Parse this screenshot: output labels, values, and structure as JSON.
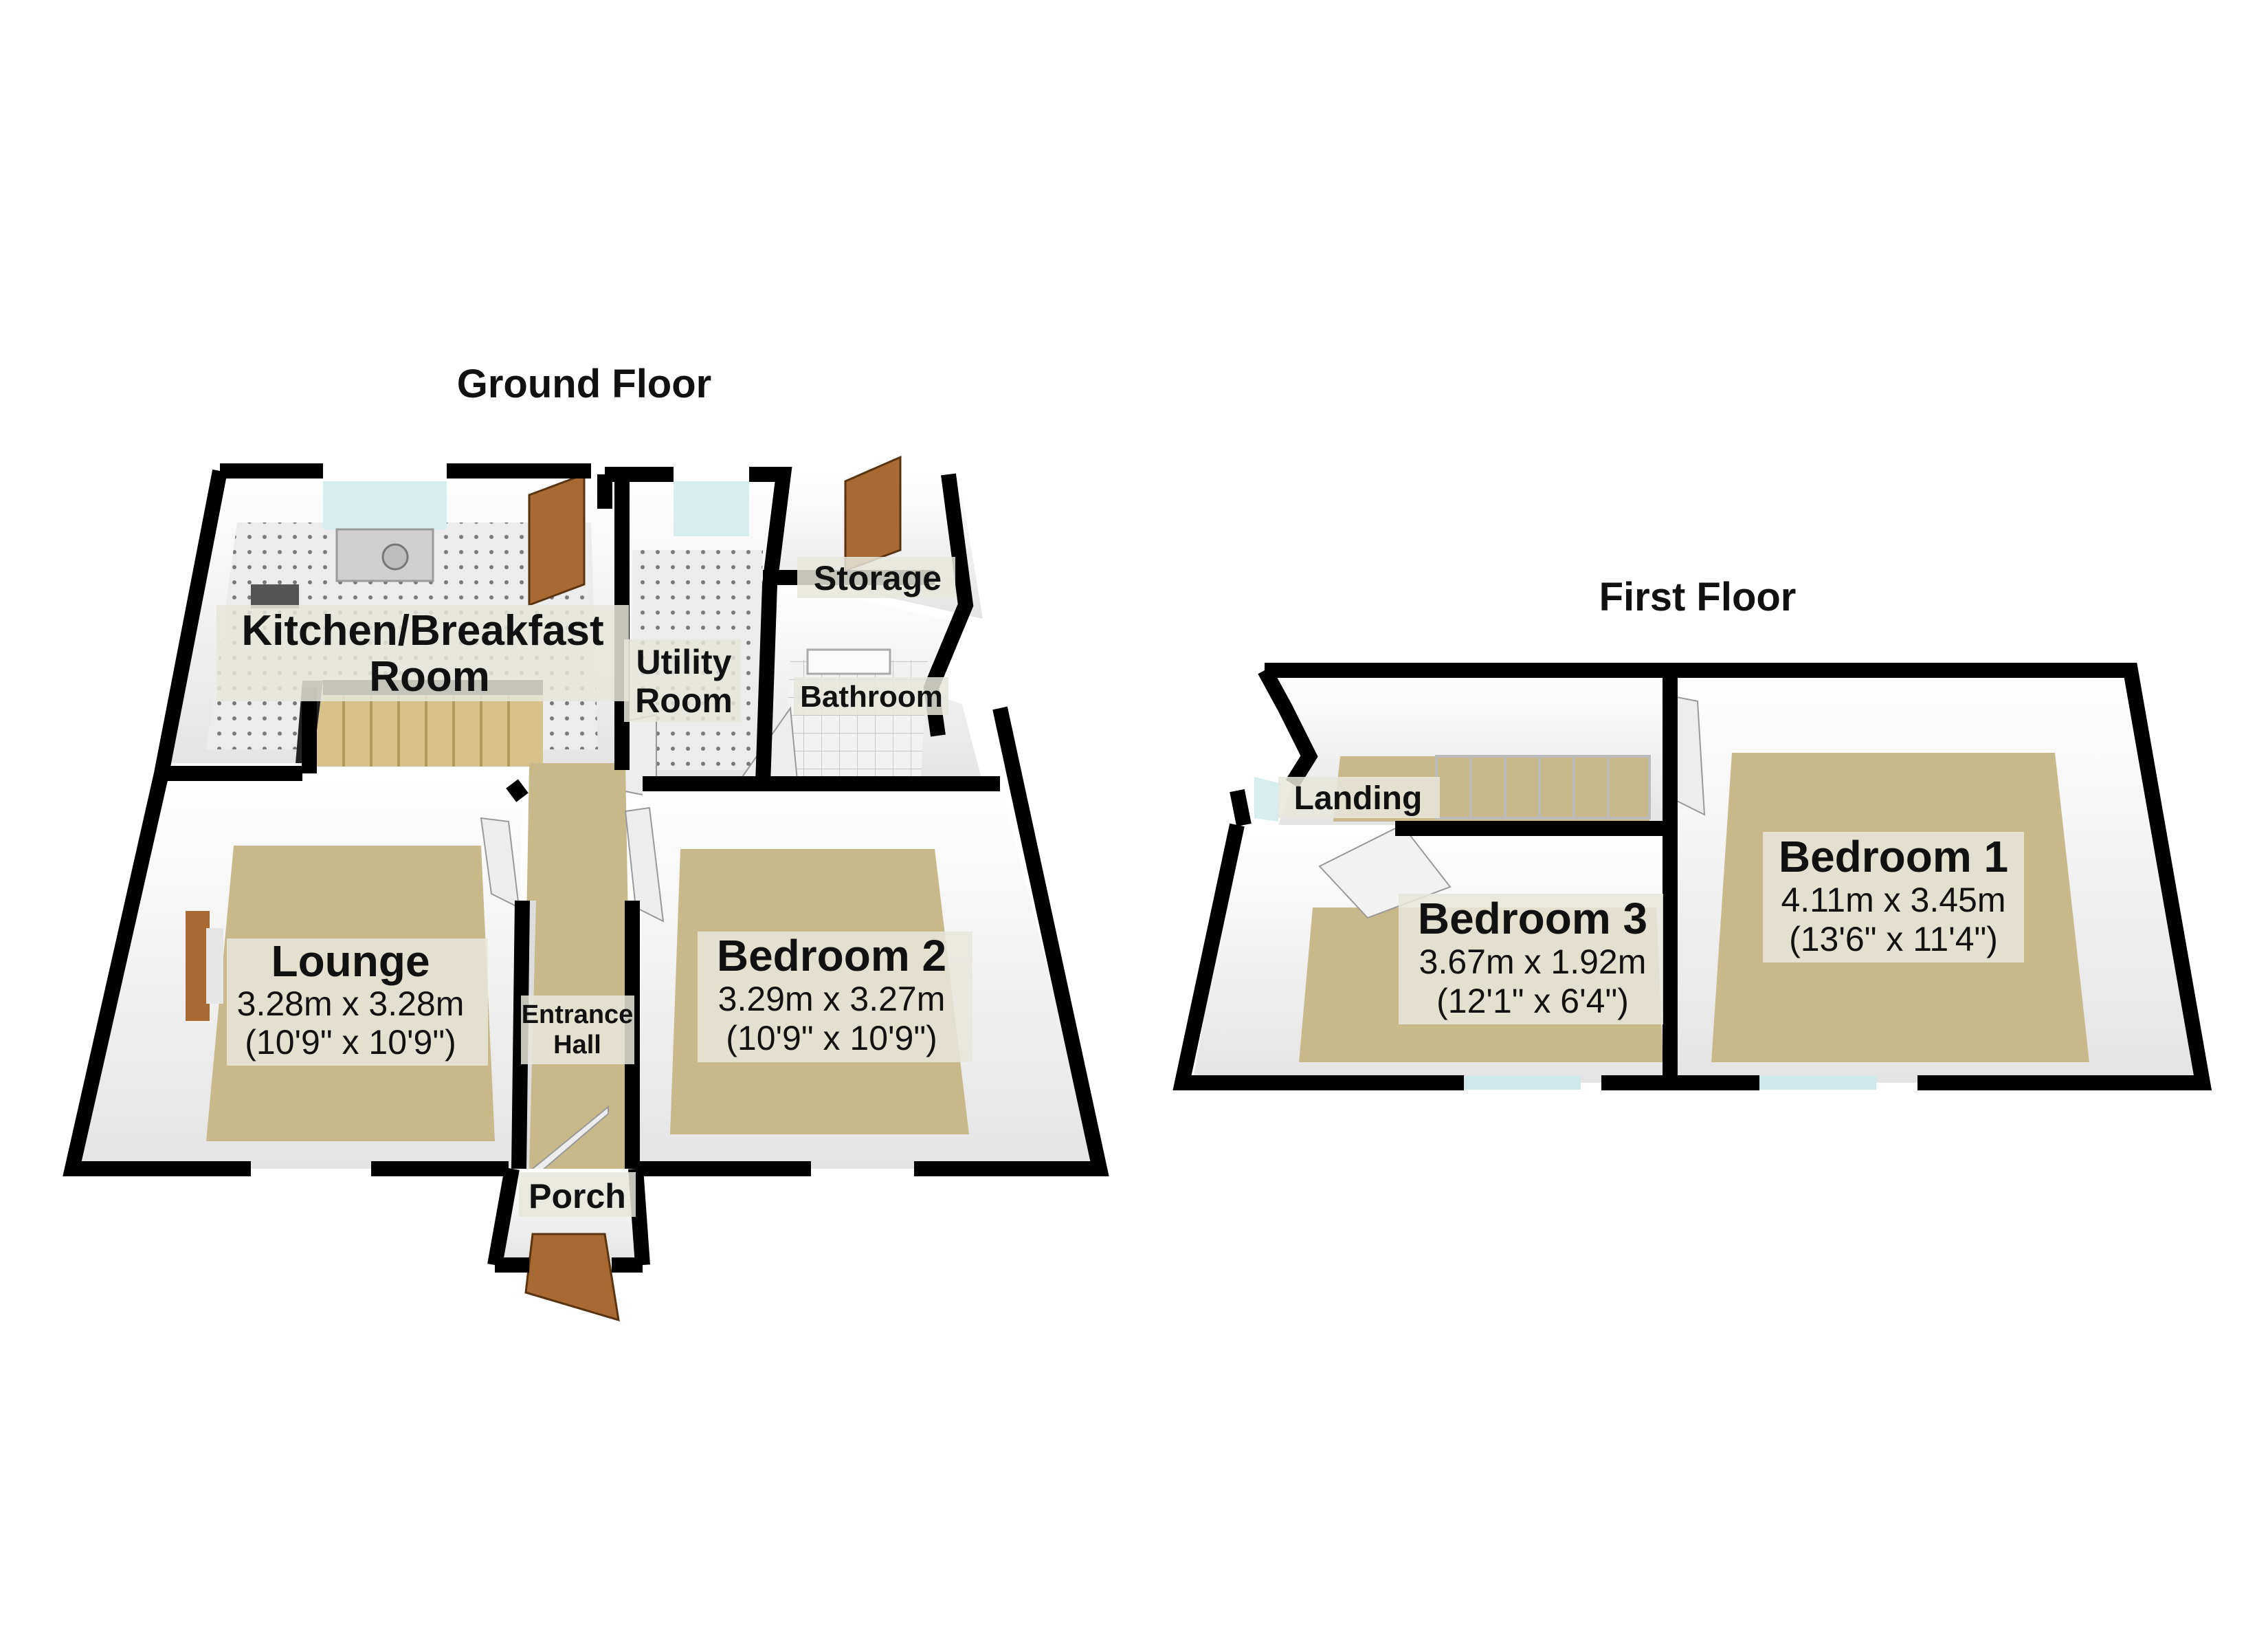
{
  "headings": {
    "ground_floor": "Ground Floor",
    "first_floor": "First Floor"
  },
  "rooms": {
    "kitchen": {
      "name_line1": "Kitchen/Breakfast",
      "name_line2": "Room"
    },
    "utility": {
      "name_line1": "Utility",
      "name_line2": "Room"
    },
    "storage": {
      "name": "Storage"
    },
    "bathroom": {
      "name": "Bathroom"
    },
    "lounge": {
      "name": "Lounge",
      "metric": "3.28m x 3.28m",
      "imperial": "(10'9\" x 10'9\")"
    },
    "bedroom2": {
      "name": "Bedroom 2",
      "metric": "3.29m x 3.27m",
      "imperial": "(10'9\" x 10'9\")"
    },
    "entrance_hall": {
      "name_line1": "Entrance",
      "name_line2": "Hall"
    },
    "porch": {
      "name": "Porch"
    },
    "landing": {
      "name": "Landing"
    },
    "bedroom3": {
      "name": "Bedroom 3",
      "metric": "3.67m x 1.92m",
      "imperial": "(12'1\" x 6'4\")"
    },
    "bedroom1": {
      "name": "Bedroom 1",
      "metric": "4.11m x 3.45m",
      "imperial": "(13'6\" x 11'4\")"
    }
  },
  "colors": {
    "wall": "#000000",
    "carpet": "#c9b98a",
    "wall_face": "#f4f4f4",
    "tile": "#e9e9e9",
    "door": "#a86a32",
    "window": "#cfe8ea",
    "stairs": "#d8c08a"
  }
}
